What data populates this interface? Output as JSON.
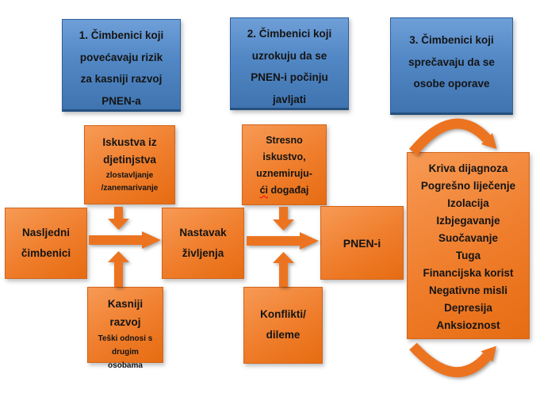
{
  "colors": {
    "blue_box": "#4c82c0",
    "orange_box": "#ed7524",
    "arrow": "#ec7420",
    "spellcheck_underline": "#ff0000",
    "text": "#141414"
  },
  "top_boxes": [
    {
      "lines": [
        "1. Čimbenici koji",
        "povećavaju rizik",
        "za kasniji razvoj",
        "PNEN-a"
      ]
    },
    {
      "lines": [
        "2. Čimbenici koji",
        "uzrokuju da se",
        "PNEN-i počinju",
        "javljati"
      ]
    },
    {
      "lines": [
        "3. Čimbenici koji",
        "sprečavaju da se",
        "osobe oporave"
      ]
    }
  ],
  "boxes": {
    "childhood": {
      "title_lines": [
        "Iskustva iz",
        "djetinjstva"
      ],
      "subtitle_lines": [
        "zlostavljanje",
        "/zanemarivanje"
      ]
    },
    "stress": {
      "lines": [
        "Stresno",
        "iskustvo,",
        "uznemiruju-"
      ],
      "last_line_misspelled": "ći",
      "last_line_rest": " događaj"
    },
    "hereditary": {
      "lines": [
        "Nasljedni",
        "čimbenici"
      ]
    },
    "life_continuation": {
      "lines": [
        "Nastavak",
        "življenja"
      ]
    },
    "pnen": {
      "label": "PNEN-i"
    },
    "later_development": {
      "title_lines": [
        "Kasniji",
        "razvoj"
      ],
      "subtitle_lines": [
        "Teški odnosi s",
        "drugim",
        "osobama"
      ]
    },
    "conflicts": {
      "lines": [
        "Konflikti/",
        "dileme"
      ]
    },
    "recovery_blockers": {
      "items": [
        "Kriva dijagnoza",
        "Pogrešno liječenje",
        "Izolacija",
        "Izbjegavanje",
        "Suočavanje",
        "Tuga",
        "Financijska korist",
        "Negativne misli",
        "Depresija",
        "Anksioznost"
      ]
    }
  }
}
